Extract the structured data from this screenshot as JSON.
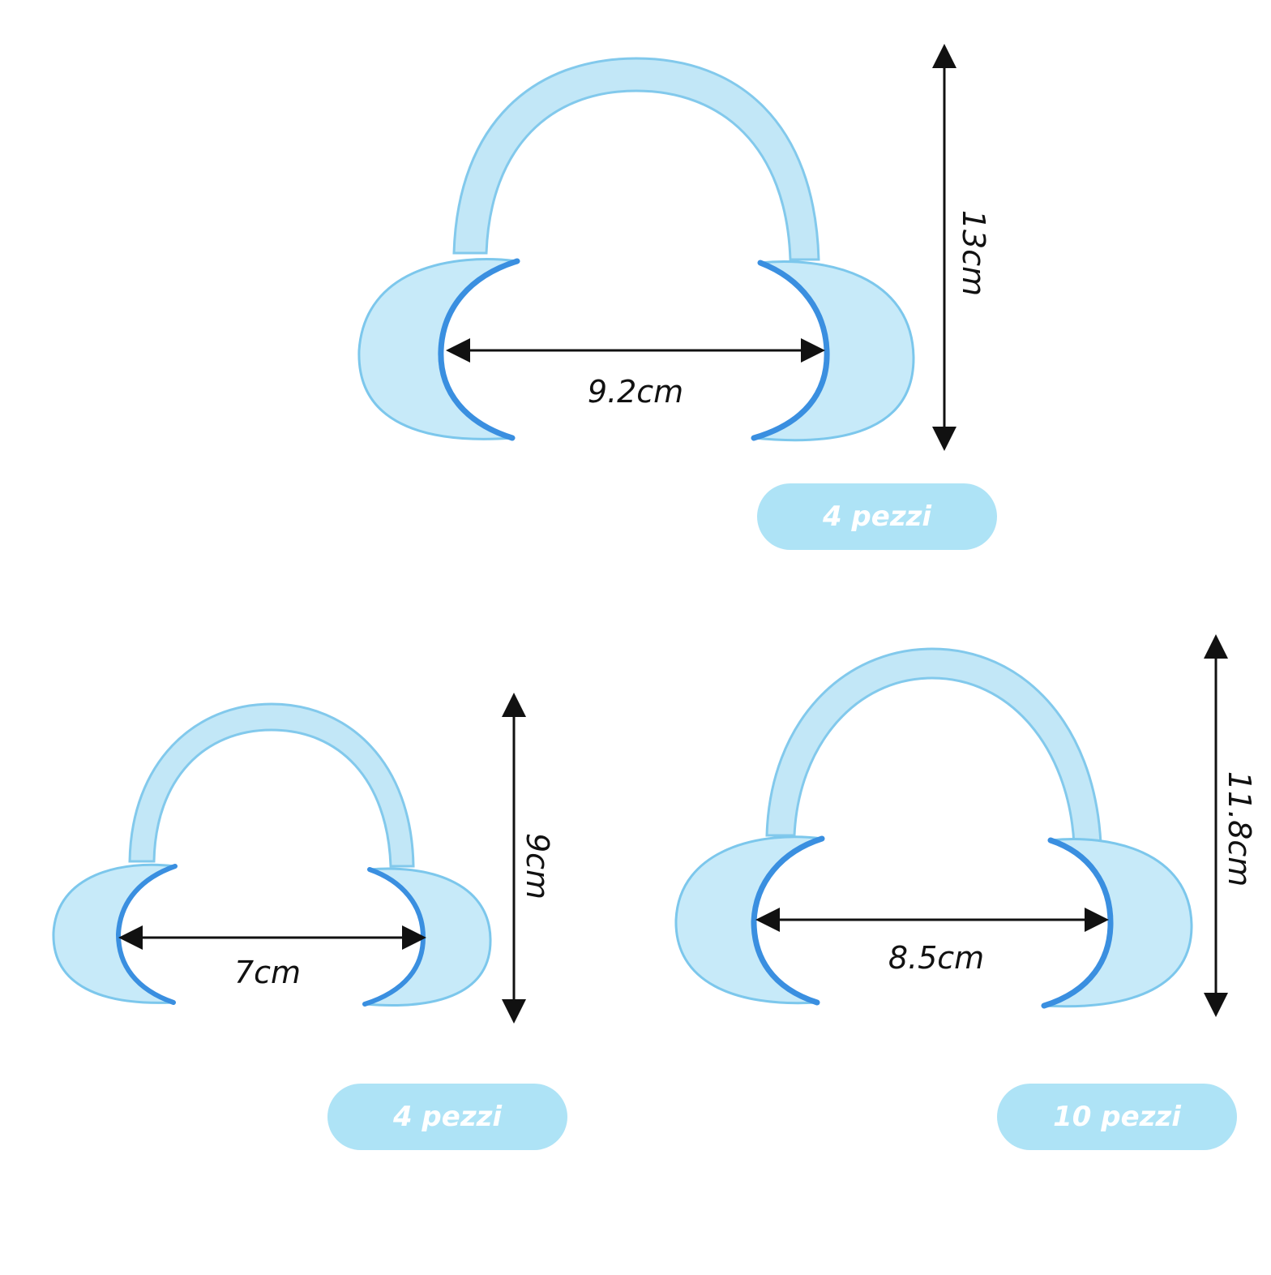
{
  "colors": {
    "retractor_fill": "#bfe6f7",
    "retractor_edge": "#7cc7ec",
    "retractor_lip": "#3a8fe0",
    "arrow": "#111111",
    "badge_bg": "#aee3f6",
    "badge_text": "#ffffff"
  },
  "products": [
    {
      "width_label": "9.2cm",
      "height_label": "13cm",
      "quantity_label": "4 pezzi"
    },
    {
      "width_label": "7cm",
      "height_label": "9cm",
      "quantity_label": "4 pezzi"
    },
    {
      "width_label": "8.5cm",
      "height_label": "11.8cm",
      "quantity_label": "10 pezzi"
    }
  ]
}
